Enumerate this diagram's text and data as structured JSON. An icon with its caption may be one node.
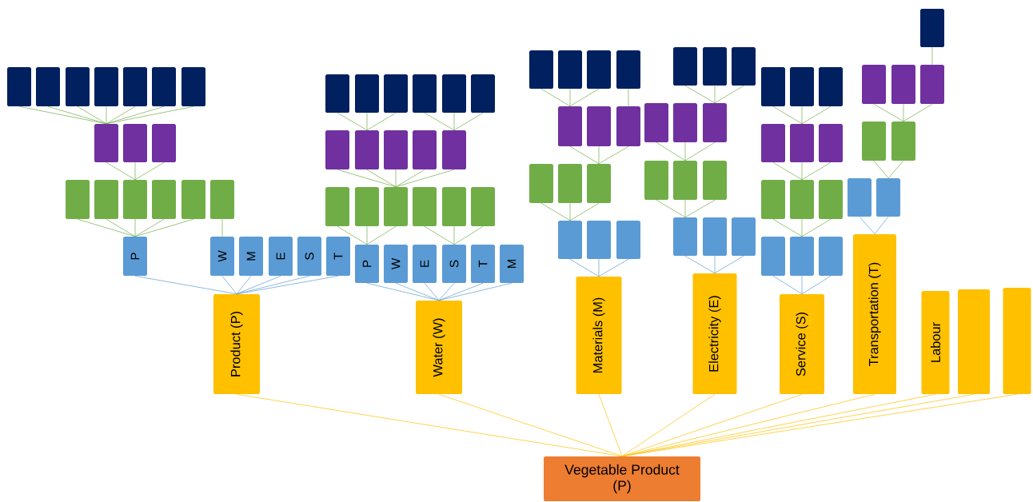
{
  "diagram": {
    "nodes": [
      {
        "text": [],
        "shape": "box"
      },
      {
        "text": [],
        "shape": "box"
      },
      {
        "text": [],
        "shape": "box"
      },
      {
        "text": [],
        "shape": "box"
      },
      {
        "text": [],
        "shape": "box"
      },
      {
        "text": [],
        "shape": "box"
      },
      {
        "text": [],
        "shape": "box"
      },
      {
        "text": [],
        "shape": "box"
      },
      {
        "text": [],
        "shape": "box"
      },
      {
        "text": [],
        "shape": "box"
      },
      {
        "text": [],
        "shape": "box"
      },
      {
        "text": [],
        "shape": "box"
      },
      {
        "text": [],
        "shape": "box"
      },
      {
        "text": [],
        "shape": "box"
      },
      {
        "text": [],
        "shape": "box"
      },
      {
        "text": [],
        "shape": "box"
      },
      {
        "text": [
          "P"
        ]
      },
      {
        "text": [
          "W"
        ]
      },
      {
        "text": [
          "M"
        ]
      },
      {
        "text": [
          "E"
        ]
      },
      {
        "text": [
          "S"
        ]
      },
      {
        "text": [
          "T"
        ]
      },
      {
        "text": [
          "Product (P)"
        ]
      },
      {
        "text": [],
        "shape": "box"
      },
      {
        "text": [],
        "shape": "box"
      },
      {
        "text": [],
        "shape": "box"
      },
      {
        "text": [],
        "shape": "box"
      },
      {
        "text": [],
        "shape": "box"
      },
      {
        "text": [],
        "shape": "box"
      },
      {
        "text": [],
        "shape": "box"
      },
      {
        "text": [],
        "shape": "box"
      },
      {
        "text": [],
        "shape": "box"
      },
      {
        "text": [],
        "shape": "box"
      },
      {
        "text": [],
        "shape": "box"
      },
      {
        "text": [],
        "shape": "box"
      },
      {
        "text": [],
        "shape": "box"
      },
      {
        "text": [],
        "shape": "box"
      },
      {
        "text": [],
        "shape": "box"
      },
      {
        "text": [],
        "shape": "box"
      },
      {
        "text": [],
        "shape": "box"
      },
      {
        "text": [
          "P"
        ]
      },
      {
        "text": [
          "W"
        ]
      },
      {
        "text": [
          "E"
        ]
      },
      {
        "text": [
          "S"
        ]
      },
      {
        "text": [
          "T"
        ]
      },
      {
        "text": [
          "M"
        ]
      },
      {
        "text": [
          "Water (W)"
        ]
      },
      {
        "text": [],
        "shape": "box"
      },
      {
        "text": [],
        "shape": "box"
      },
      {
        "text": [],
        "shape": "box"
      },
      {
        "text": [],
        "shape": "box"
      },
      {
        "text": [],
        "shape": "box"
      },
      {
        "text": [],
        "shape": "box"
      },
      {
        "text": [],
        "shape": "box"
      },
      {
        "text": [],
        "shape": "box"
      },
      {
        "text": [],
        "shape": "box"
      },
      {
        "text": [],
        "shape": "box"
      },
      {
        "text": [],
        "shape": "box"
      },
      {
        "text": [],
        "shape": "box"
      },
      {
        "text": [],
        "shape": "box"
      },
      {
        "text": [
          "Materials (M)"
        ]
      },
      {
        "text": [],
        "shape": "box"
      },
      {
        "text": [],
        "shape": "box"
      },
      {
        "text": [],
        "shape": "box"
      },
      {
        "text": [],
        "shape": "box"
      },
      {
        "text": [],
        "shape": "box"
      },
      {
        "text": [],
        "shape": "box"
      },
      {
        "text": [],
        "shape": "box"
      },
      {
        "text": [],
        "shape": "box"
      },
      {
        "text": [],
        "shape": "box"
      },
      {
        "text": [],
        "shape": "box"
      },
      {
        "text": [],
        "shape": "box"
      },
      {
        "text": [],
        "shape": "box"
      },
      {
        "text": [
          "Electricity (E)"
        ]
      },
      {
        "text": [],
        "shape": "box"
      },
      {
        "text": [],
        "shape": "box"
      },
      {
        "text": [],
        "shape": "box"
      },
      {
        "text": [],
        "shape": "box"
      },
      {
        "text": [],
        "shape": "box"
      },
      {
        "text": [],
        "shape": "box"
      },
      {
        "text": [],
        "shape": "box"
      },
      {
        "text": [],
        "shape": "box"
      },
      {
        "text": [],
        "shape": "box"
      },
      {
        "text": [],
        "shape": "box"
      },
      {
        "text": [],
        "shape": "box"
      },
      {
        "text": [],
        "shape": "box"
      },
      {
        "text": [
          "Service (S)"
        ]
      },
      {
        "text": [],
        "shape": "box"
      },
      {
        "text": [],
        "shape": "box"
      },
      {
        "text": [],
        "shape": "box"
      },
      {
        "text": [],
        "shape": "box"
      },
      {
        "text": [],
        "shape": "box"
      },
      {
        "text": [],
        "shape": "box"
      },
      {
        "text": [],
        "shape": "box"
      },
      {
        "text": [],
        "shape": "box"
      },
      {
        "text": [
          "Transportation (T)"
        ]
      },
      {
        "text": [
          "Labour"
        ]
      },
      {
        "text": [],
        "shape": "box"
      },
      {
        "text": [],
        "shape": "box"
      },
      {
        "text": [
          "Vegetable Product (P)"
        ]
      }
    ],
    "edges": [
      {
        "from": 0,
        "to": 7,
        "arrow": "none"
      },
      {
        "from": 1,
        "to": 7,
        "arrow": "none"
      },
      {
        "from": 2,
        "to": 7,
        "arrow": "none"
      },
      {
        "from": 3,
        "to": 7,
        "arrow": "none"
      },
      {
        "from": 4,
        "to": 7,
        "arrow": "none"
      },
      {
        "from": 5,
        "to": 7,
        "arrow": "none"
      },
      {
        "from": 6,
        "to": 7,
        "arrow": "none"
      },
      {
        "from": 7,
        "to": 12,
        "arrow": "none"
      },
      {
        "from": 8,
        "to": 12,
        "arrow": "none"
      },
      {
        "from": 9,
        "to": 12,
        "arrow": "none"
      },
      {
        "from": 10,
        "to": 16,
        "arrow": "none"
      },
      {
        "from": 11,
        "to": 16,
        "arrow": "none"
      },
      {
        "from": 12,
        "to": 16,
        "arrow": "none"
      },
      {
        "from": 13,
        "to": 16,
        "arrow": "none"
      },
      {
        "from": 14,
        "to": 16,
        "arrow": "none"
      },
      {
        "from": 15,
        "to": 17,
        "arrow": "none"
      },
      {
        "from": 16,
        "to": 22,
        "arrow": "none",
        "color": "#5b9bd5"
      },
      {
        "from": 17,
        "to": 22,
        "arrow": "none",
        "color": "#5b9bd5"
      },
      {
        "from": 18,
        "to": 22,
        "arrow": "none",
        "color": "#5b9bd5"
      },
      {
        "from": 19,
        "to": 22,
        "arrow": "none",
        "color": "#5b9bd5"
      },
      {
        "from": 20,
        "to": 22,
        "arrow": "none",
        "color": "#5b9bd5"
      },
      {
        "from": 21,
        "to": 22,
        "arrow": "none",
        "color": "#5b9bd5"
      },
      {
        "from": 23,
        "to": 30,
        "arrow": "none"
      },
      {
        "from": 24,
        "to": 30,
        "arrow": "none"
      },
      {
        "from": 25,
        "to": 30,
        "arrow": "none"
      },
      {
        "from": 26,
        "to": 33,
        "arrow": "none"
      },
      {
        "from": 27,
        "to": 33,
        "arrow": "none"
      },
      {
        "from": 28,
        "to": 33,
        "arrow": "none"
      },
      {
        "from": 29,
        "to": 36,
        "arrow": "none"
      },
      {
        "from": 30,
        "to": 36,
        "arrow": "none"
      },
      {
        "from": 31,
        "to": 36,
        "arrow": "none"
      },
      {
        "from": 32,
        "to": 36,
        "arrow": "none"
      },
      {
        "from": 33,
        "to": 36,
        "arrow": "none"
      },
      {
        "from": 34,
        "to": 40,
        "arrow": "none"
      },
      {
        "from": 35,
        "to": 40,
        "arrow": "none"
      },
      {
        "from": 36,
        "to": 40,
        "arrow": "none"
      },
      {
        "from": 37,
        "to": 43,
        "arrow": "none"
      },
      {
        "from": 38,
        "to": 43,
        "arrow": "none"
      },
      {
        "from": 39,
        "to": 43,
        "arrow": "none"
      },
      {
        "from": 40,
        "to": 46,
        "arrow": "none",
        "color": "#5b9bd5"
      },
      {
        "from": 41,
        "to": 46,
        "arrow": "none",
        "color": "#5b9bd5"
      },
      {
        "from": 42,
        "to": 46,
        "arrow": "none",
        "color": "#5b9bd5"
      },
      {
        "from": 43,
        "to": 46,
        "arrow": "none",
        "color": "#5b9bd5"
      },
      {
        "from": 44,
        "to": 46,
        "arrow": "none",
        "color": "#5b9bd5"
      },
      {
        "from": 45,
        "to": 46,
        "arrow": "none",
        "color": "#5b9bd5"
      },
      {
        "from": 47,
        "to": 51,
        "arrow": "none"
      },
      {
        "from": 48,
        "to": 51,
        "arrow": "none"
      },
      {
        "from": 49,
        "to": 51,
        "arrow": "none"
      },
      {
        "from": 50,
        "to": 53,
        "arrow": "none"
      },
      {
        "from": 51,
        "to": 56,
        "arrow": "none"
      },
      {
        "from": 52,
        "to": 56,
        "arrow": "none"
      },
      {
        "from": 53,
        "to": 56,
        "arrow": "none"
      },
      {
        "from": 54,
        "to": 57,
        "arrow": "none"
      },
      {
        "from": 55,
        "to": 57,
        "arrow": "none"
      },
      {
        "from": 56,
        "to": 57,
        "arrow": "none"
      },
      {
        "from": 57,
        "to": 60,
        "arrow": "none",
        "color": "#5b9bd5"
      },
      {
        "from": 58,
        "to": 60,
        "arrow": "none",
        "color": "#5b9bd5"
      },
      {
        "from": 59,
        "to": 60,
        "arrow": "none",
        "color": "#5b9bd5"
      },
      {
        "from": 61,
        "to": 66,
        "arrow": "none"
      },
      {
        "from": 62,
        "to": 66,
        "arrow": "none"
      },
      {
        "from": 63,
        "to": 66,
        "arrow": "none"
      },
      {
        "from": 64,
        "to": 68,
        "arrow": "none"
      },
      {
        "from": 65,
        "to": 68,
        "arrow": "none"
      },
      {
        "from": 66,
        "to": 68,
        "arrow": "none"
      },
      {
        "from": 67,
        "to": 70,
        "arrow": "none"
      },
      {
        "from": 68,
        "to": 70,
        "arrow": "none"
      },
      {
        "from": 69,
        "to": 70,
        "arrow": "none"
      },
      {
        "from": 70,
        "to": 73,
        "arrow": "none",
        "color": "#5b9bd5"
      },
      {
        "from": 71,
        "to": 73,
        "arrow": "none",
        "color": "#5b9bd5"
      },
      {
        "from": 72,
        "to": 73,
        "arrow": "none",
        "color": "#5b9bd5"
      },
      {
        "from": 74,
        "to": 78,
        "arrow": "none"
      },
      {
        "from": 75,
        "to": 78,
        "arrow": "none"
      },
      {
        "from": 76,
        "to": 78,
        "arrow": "none"
      },
      {
        "from": 77,
        "to": 81,
        "arrow": "none"
      },
      {
        "from": 78,
        "to": 81,
        "arrow": "none"
      },
      {
        "from": 79,
        "to": 81,
        "arrow": "none"
      },
      {
        "from": 80,
        "to": 84,
        "arrow": "none"
      },
      {
        "from": 81,
        "to": 84,
        "arrow": "none"
      },
      {
        "from": 82,
        "to": 84,
        "arrow": "none"
      },
      {
        "from": 83,
        "to": 86,
        "arrow": "none",
        "color": "#5b9bd5"
      },
      {
        "from": 84,
        "to": 86,
        "arrow": "none",
        "color": "#5b9bd5"
      },
      {
        "from": 85,
        "to": 86,
        "arrow": "none",
        "color": "#5b9bd5"
      },
      {
        "from": 87,
        "to": 90,
        "arrow": "none"
      },
      {
        "from": 88,
        "to": 92,
        "arrow": "none"
      },
      {
        "from": 89,
        "to": 92,
        "arrow": "none"
      },
      {
        "from": 90,
        "to": 92,
        "arrow": "none"
      },
      {
        "from": 91,
        "to": 94,
        "arrow": "none"
      },
      {
        "from": 92,
        "to": 94,
        "arrow": "none"
      },
      {
        "from": 93,
        "to": 95,
        "arrow": "none",
        "color": "#5b9bd5"
      },
      {
        "from": 94,
        "to": 95,
        "arrow": "none",
        "color": "#5b9bd5"
      },
      {
        "from": 22,
        "to": 99,
        "arrow": "none",
        "color": "#ffc000"
      },
      {
        "from": 46,
        "to": 99,
        "arrow": "none",
        "color": "#ffc000"
      },
      {
        "from": 60,
        "to": 99,
        "arrow": "none",
        "color": "#ffc000"
      },
      {
        "from": 73,
        "to": 99,
        "arrow": "none",
        "color": "#ffc000"
      },
      {
        "from": 86,
        "to": 99,
        "arrow": "none",
        "color": "#ffc000"
      },
      {
        "from": 95,
        "to": 99,
        "arrow": "none",
        "color": "#ffc000"
      },
      {
        "from": 96,
        "to": 99,
        "arrow": "none",
        "color": "#ffc000"
      },
      {
        "from": 97,
        "to": 99,
        "arrow": "none",
        "color": "#ffc000"
      },
      {
        "from": 98,
        "to": 99,
        "arrow": "none",
        "color": "#ffc000"
      }
    ]
  }
}
